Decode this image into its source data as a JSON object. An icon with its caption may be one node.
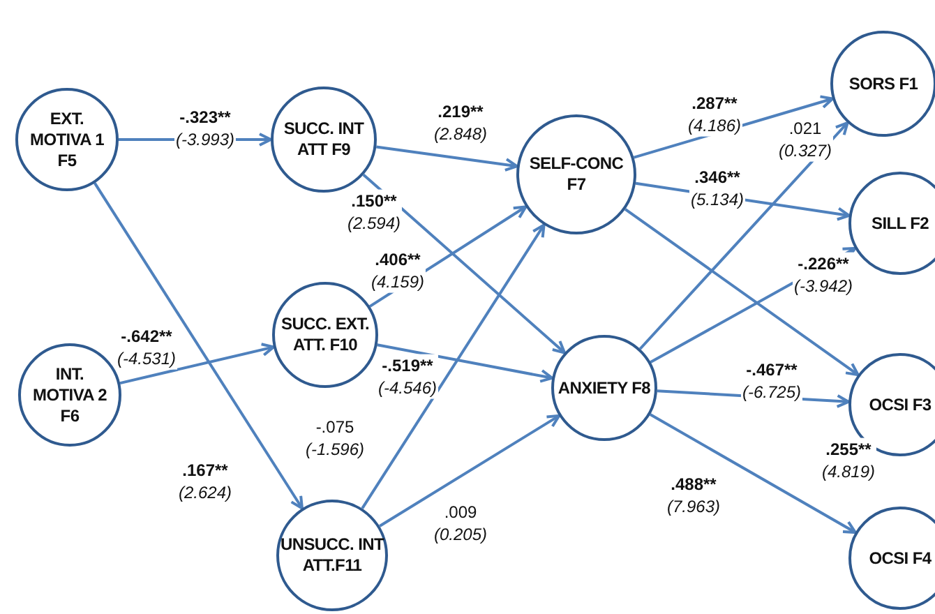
{
  "diagram": {
    "nodes": [
      {
        "text": [
          "EXT. MOTIVA 1 F5"
        ]
      },
      {
        "text": [
          "INT. MOTIVA 2 F6"
        ]
      },
      {
        "text": [
          "SUCC. INT ATT F9"
        ]
      },
      {
        "text": [
          "SUCC. EXT. ATT. F10"
        ]
      },
      {
        "text": [
          "UNSUCC. INT ATT.F11"
        ]
      },
      {
        "text": [
          "SELF-CONC F7"
        ]
      },
      {
        "text": [
          "ANXIETY F8"
        ]
      },
      {
        "text": [
          "SORS F1"
        ]
      },
      {
        "text": [
          "SILL F2"
        ]
      },
      {
        "text": [
          "OCSI F3"
        ]
      },
      {
        "text": [
          "OCSI F4"
        ]
      }
    ],
    "edges": [
      {
        "from": 0,
        "to": 2,
        "arrow": "to",
        "label": "-.323** (-3.993)"
      },
      {
        "from": 0,
        "to": 4,
        "arrow": "to",
        "label": ".167** (2.624)"
      },
      {
        "from": 1,
        "to": 3,
        "arrow": "to",
        "label": "-.642** (-4.531)"
      },
      {
        "from": 2,
        "to": 5,
        "arrow": "to",
        "label": ".219** (2.848)"
      },
      {
        "from": 2,
        "to": 6,
        "arrow": "to",
        "label": ".150** (2.594)"
      },
      {
        "from": 3,
        "to": 5,
        "arrow": "to",
        "label": ".406** (4.159)"
      },
      {
        "from": 3,
        "to": 6,
        "arrow": "to",
        "label": "-.519** (-4.546)"
      },
      {
        "from": 4,
        "to": 5,
        "arrow": "to",
        "label": "-.075 (-1.596)"
      },
      {
        "from": 4,
        "to": 6,
        "arrow": "to",
        "label": ".009 (0.205)"
      },
      {
        "from": 5,
        "to": 7,
        "arrow": "to",
        "label": ".287** (4.186)"
      },
      {
        "from": 5,
        "to": 8,
        "arrow": "to",
        "label": ".346** (5.134)"
      },
      {
        "from": 5,
        "to": 9,
        "arrow": "to",
        "label": ".255** (4.819)"
      },
      {
        "from": 6,
        "to": 7,
        "arrow": "to",
        "label": ".021 (0.327)"
      },
      {
        "from": 6,
        "to": 8,
        "arrow": "to",
        "label": "-.226** (-3.942)"
      },
      {
        "from": 6,
        "to": 9,
        "arrow": "to",
        "label": "-.467** (-6.725)"
      },
      {
        "from": 6,
        "to": 10,
        "arrow": "to",
        "label": ".488** (7.963)"
      }
    ]
  }
}
